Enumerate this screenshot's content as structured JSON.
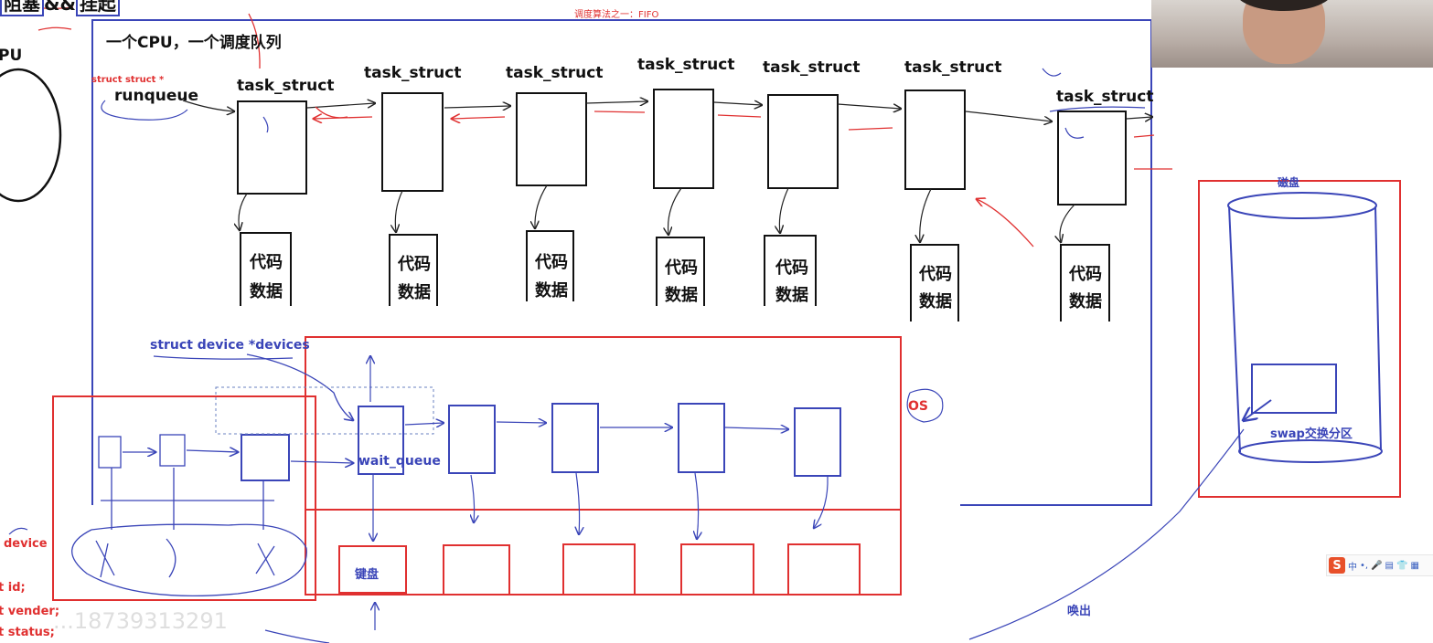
{
  "title": "一个CPU，一个调度队列",
  "annotation_top": "调度算法之一：FIFO",
  "runqueue": {
    "type_label": "struct struct *",
    "name": "runqueue"
  },
  "cpu_label": "PU",
  "task_label": "task_struct",
  "code_lines": [
    "代码",
    "数据"
  ],
  "devices_label": "struct device *devices",
  "wait_queue_label": "wait_queue",
  "os_label": "OS",
  "keyboard_label": "键盘",
  "disk": {
    "label": "磁盘",
    "swap_label": "swap交换分区"
  },
  "wake_label": "唤出",
  "left_code": {
    "device": "device",
    "fields": [
      "t id;",
      "t vender;",
      "t status;"
    ]
  },
  "watermark": "...18739313291",
  "ime_items": [
    "中",
    "•,",
    "🎤",
    "▤",
    "👕",
    "▦"
  ],
  "colors": {
    "red": "#e03030",
    "blue": "#3a45b8",
    "black": "#111111"
  }
}
